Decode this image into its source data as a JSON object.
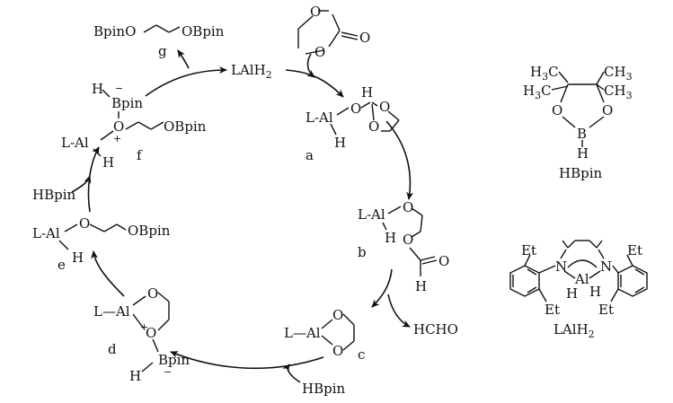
{
  "catalyst": "LAlH",
  "catalyst_sub": "2",
  "species": {
    "a": {
      "label": "a",
      "l_al": "L-Al",
      "o": "O",
      "h_top": "H",
      "h_bot": "H"
    },
    "b": {
      "label": "b",
      "l_al": "L-Al",
      "o1": "O",
      "o2": "O",
      "h": "H",
      "o3": "O",
      "h_ald": "H"
    },
    "c": {
      "label": "c",
      "l_al": "L—Al",
      "o1": "O",
      "o2": "O"
    },
    "d": {
      "label": "d",
      "l_al": "L—Al",
      "o1": "O",
      "o2": "O",
      "plus": "+",
      "bpin": "Bpin",
      "h": "H",
      "minus": "−"
    },
    "e": {
      "label": "e",
      "l_al": "L-Al",
      "o": "O",
      "obpin": "OBpin",
      "h": "H"
    },
    "f": {
      "label": "f",
      "h_b": "H",
      "bpin": "Bpin",
      "minus": "−",
      "o": "O",
      "plus": "+",
      "obpin": "OBpin",
      "l_al": "L-Al",
      "h": "H"
    },
    "g": {
      "label": "g",
      "left": "BpinO",
      "right": "OBpin"
    }
  },
  "reactant_carbonate": {
    "o1": "O",
    "o2": "O",
    "o3": "O"
  },
  "byproducts": {
    "hcho": "HCHO",
    "hbpin_bottom": "HBpin",
    "hbpin_left": "HBpin"
  },
  "ref_hbpin": {
    "label": "HBpin",
    "h3c_1": "H",
    "h3c_1b": "C",
    "h3c_2": "H",
    "h3c_2b": "C",
    "ch3_1": "CH",
    "ch3_2": "CH",
    "sub3": "3",
    "o1": "O",
    "o2": "O",
    "b": "B",
    "h": "H"
  },
  "ref_lalh2": {
    "label": "LAlH",
    "label_sub": "2",
    "et1": "Et",
    "et2": "Et",
    "et3": "Et",
    "et4": "Et",
    "n1": "N",
    "n2": "N",
    "al": "Al",
    "h1": "H",
    "h2": "H"
  }
}
